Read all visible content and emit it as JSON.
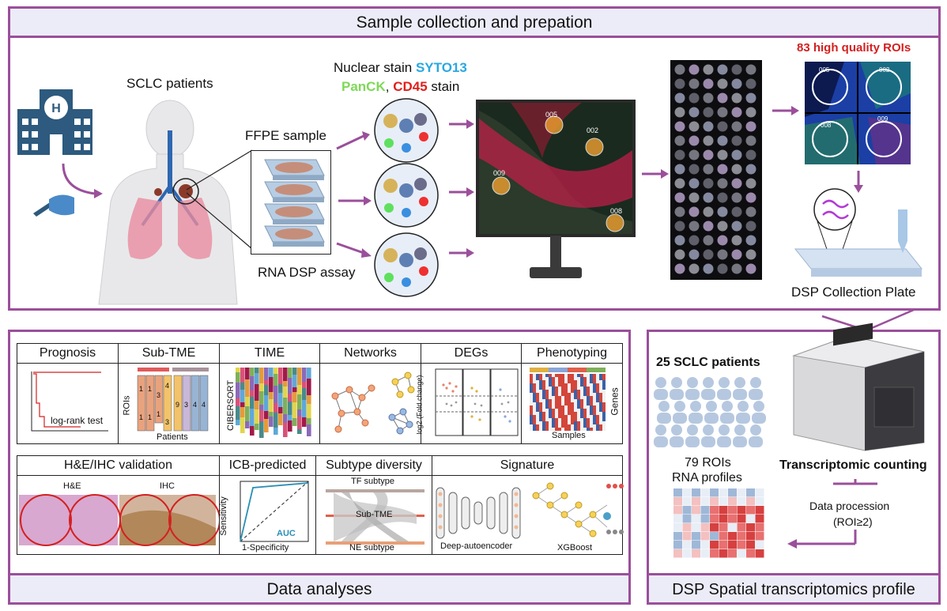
{
  "colors": {
    "frame": "#9b4f9b",
    "title_bg": "#ececf8",
    "syto": "#29a8e0",
    "panck": "#7ed957",
    "cd45": "#e0201b",
    "roi": "#d42020"
  },
  "top": {
    "title": "Sample collection and prepation",
    "patients_label": "SCLC patients",
    "ffpe_label": "FFPE sample",
    "assay_label": "RNA DSP assay",
    "stain_line1_prefix": "Nuclear stain ",
    "stain_syto": "SYTO13",
    "stain_panck": "PanCK",
    "stain_comma": ", ",
    "stain_cd45": "CD45",
    "stain_suffix": " stain",
    "roi_ids": [
      "005",
      "002",
      "009",
      "008"
    ],
    "roi_quality_label": "83 high quality ROIs",
    "roi_panel_ids": [
      "005",
      "002",
      "008",
      "009"
    ],
    "plate_label": "DSP Collection Plate"
  },
  "right": {
    "title": "DSP Spatial transcriptomics profile",
    "patients_count": "25 SCLC patients",
    "rois_line1": "79 ROIs",
    "rois_line2": "RNA profiles",
    "counting_label": "Transcriptomic counting",
    "procession_line1": "Data procession",
    "procession_line2": "(ROI≥2)"
  },
  "left": {
    "title": "Data analyses",
    "row1": {
      "prognosis": {
        "title": "Prognosis",
        "caption": "log-rank test"
      },
      "subtme": {
        "title": "Sub-TME",
        "ylabel": "ROIs",
        "xlabel": "Patients",
        "cells": [
          "1",
          "1",
          "3",
          "4",
          "1",
          "1",
          "9",
          "3",
          "4",
          "4",
          "1",
          "3"
        ]
      },
      "time": {
        "title": "TIME",
        "ylabel": "CIBERSORT"
      },
      "networks": {
        "title": "Networks"
      },
      "degs": {
        "title": "DEGs",
        "ylabel": "log2 (Fold change)"
      },
      "phenotyping": {
        "title": "Phenotyping",
        "xlabel": "Samples",
        "ylabel": "Genes"
      }
    },
    "row2": {
      "he": {
        "title": "H&E/IHC validation",
        "he_label": "H&E",
        "ihc_label": "IHC"
      },
      "icb": {
        "title": "ICB-predicted",
        "ylabel": "Sensitivity",
        "xlabel": "1-Specificity",
        "auc": "AUC"
      },
      "subtype": {
        "title": "Subtype diversity",
        "top": "TF subtype",
        "mid": "Sub-TME",
        "bottom": "NE subtype"
      },
      "signature": {
        "title": "Signature",
        "dae": "Deep-autoencoder",
        "xgb": "XGBoost"
      }
    }
  }
}
